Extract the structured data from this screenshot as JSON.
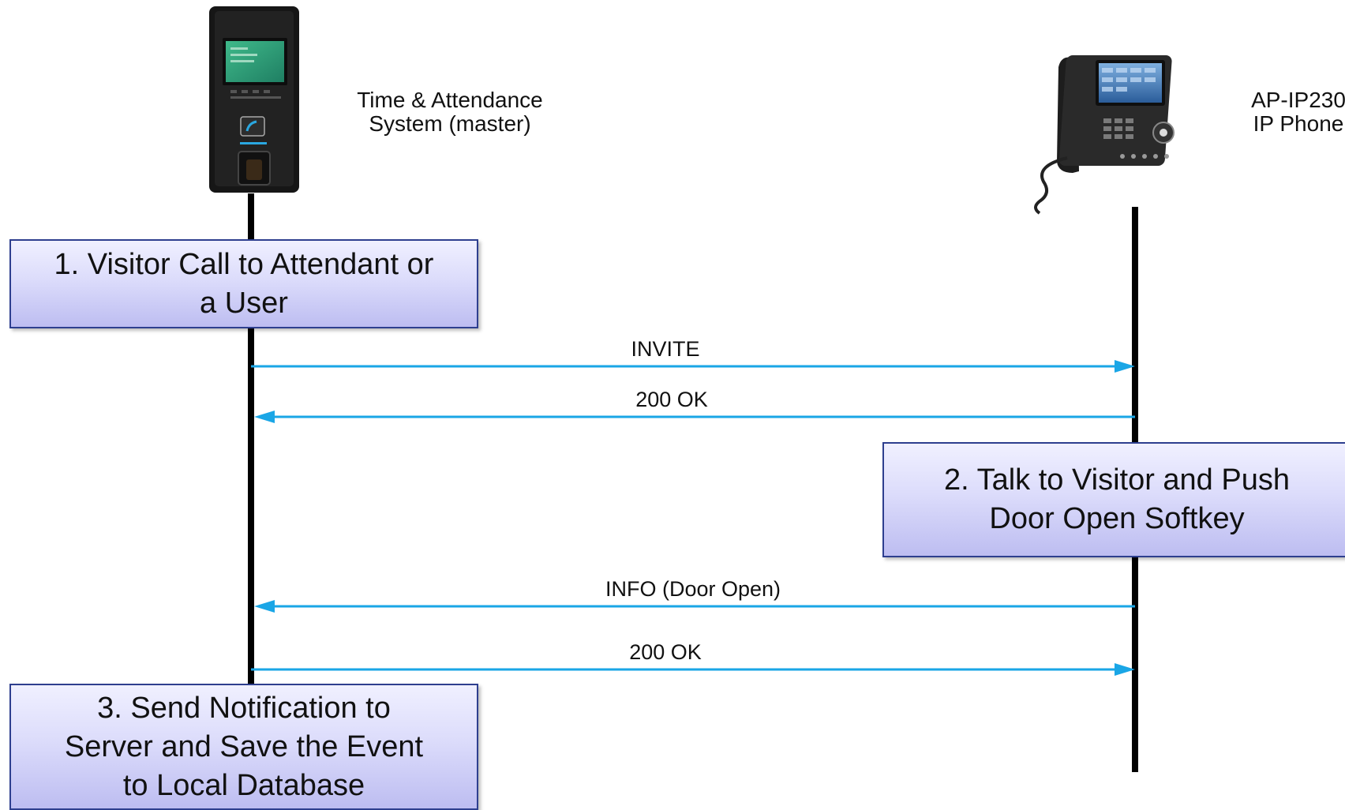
{
  "participants": {
    "left": {
      "label": "Time & Attendance\nSystem (master)",
      "icon": "time-attendance-terminal-icon"
    },
    "right": {
      "label": "AP-IP230\nIP Phone",
      "icon": "ip-phone-icon"
    }
  },
  "steps": [
    {
      "text": "1. Visitor Call to Attendant or\na User"
    },
    {
      "text": "2. Talk to Visitor and Push\nDoor Open Softkey"
    },
    {
      "text": "3. Send Notification to\nServer and Save the Event\nto Local Database"
    }
  ],
  "messages": [
    {
      "label": "INVITE",
      "direction": "right"
    },
    {
      "label": "200 OK",
      "direction": "left"
    },
    {
      "label": "INFO (Door Open)",
      "direction": "left"
    },
    {
      "label": "200 OK",
      "direction": "right"
    }
  ],
  "colors": {
    "arrow": "#1aa6e6",
    "lifeline": "#000000",
    "step_border": "#2e3f8f"
  }
}
